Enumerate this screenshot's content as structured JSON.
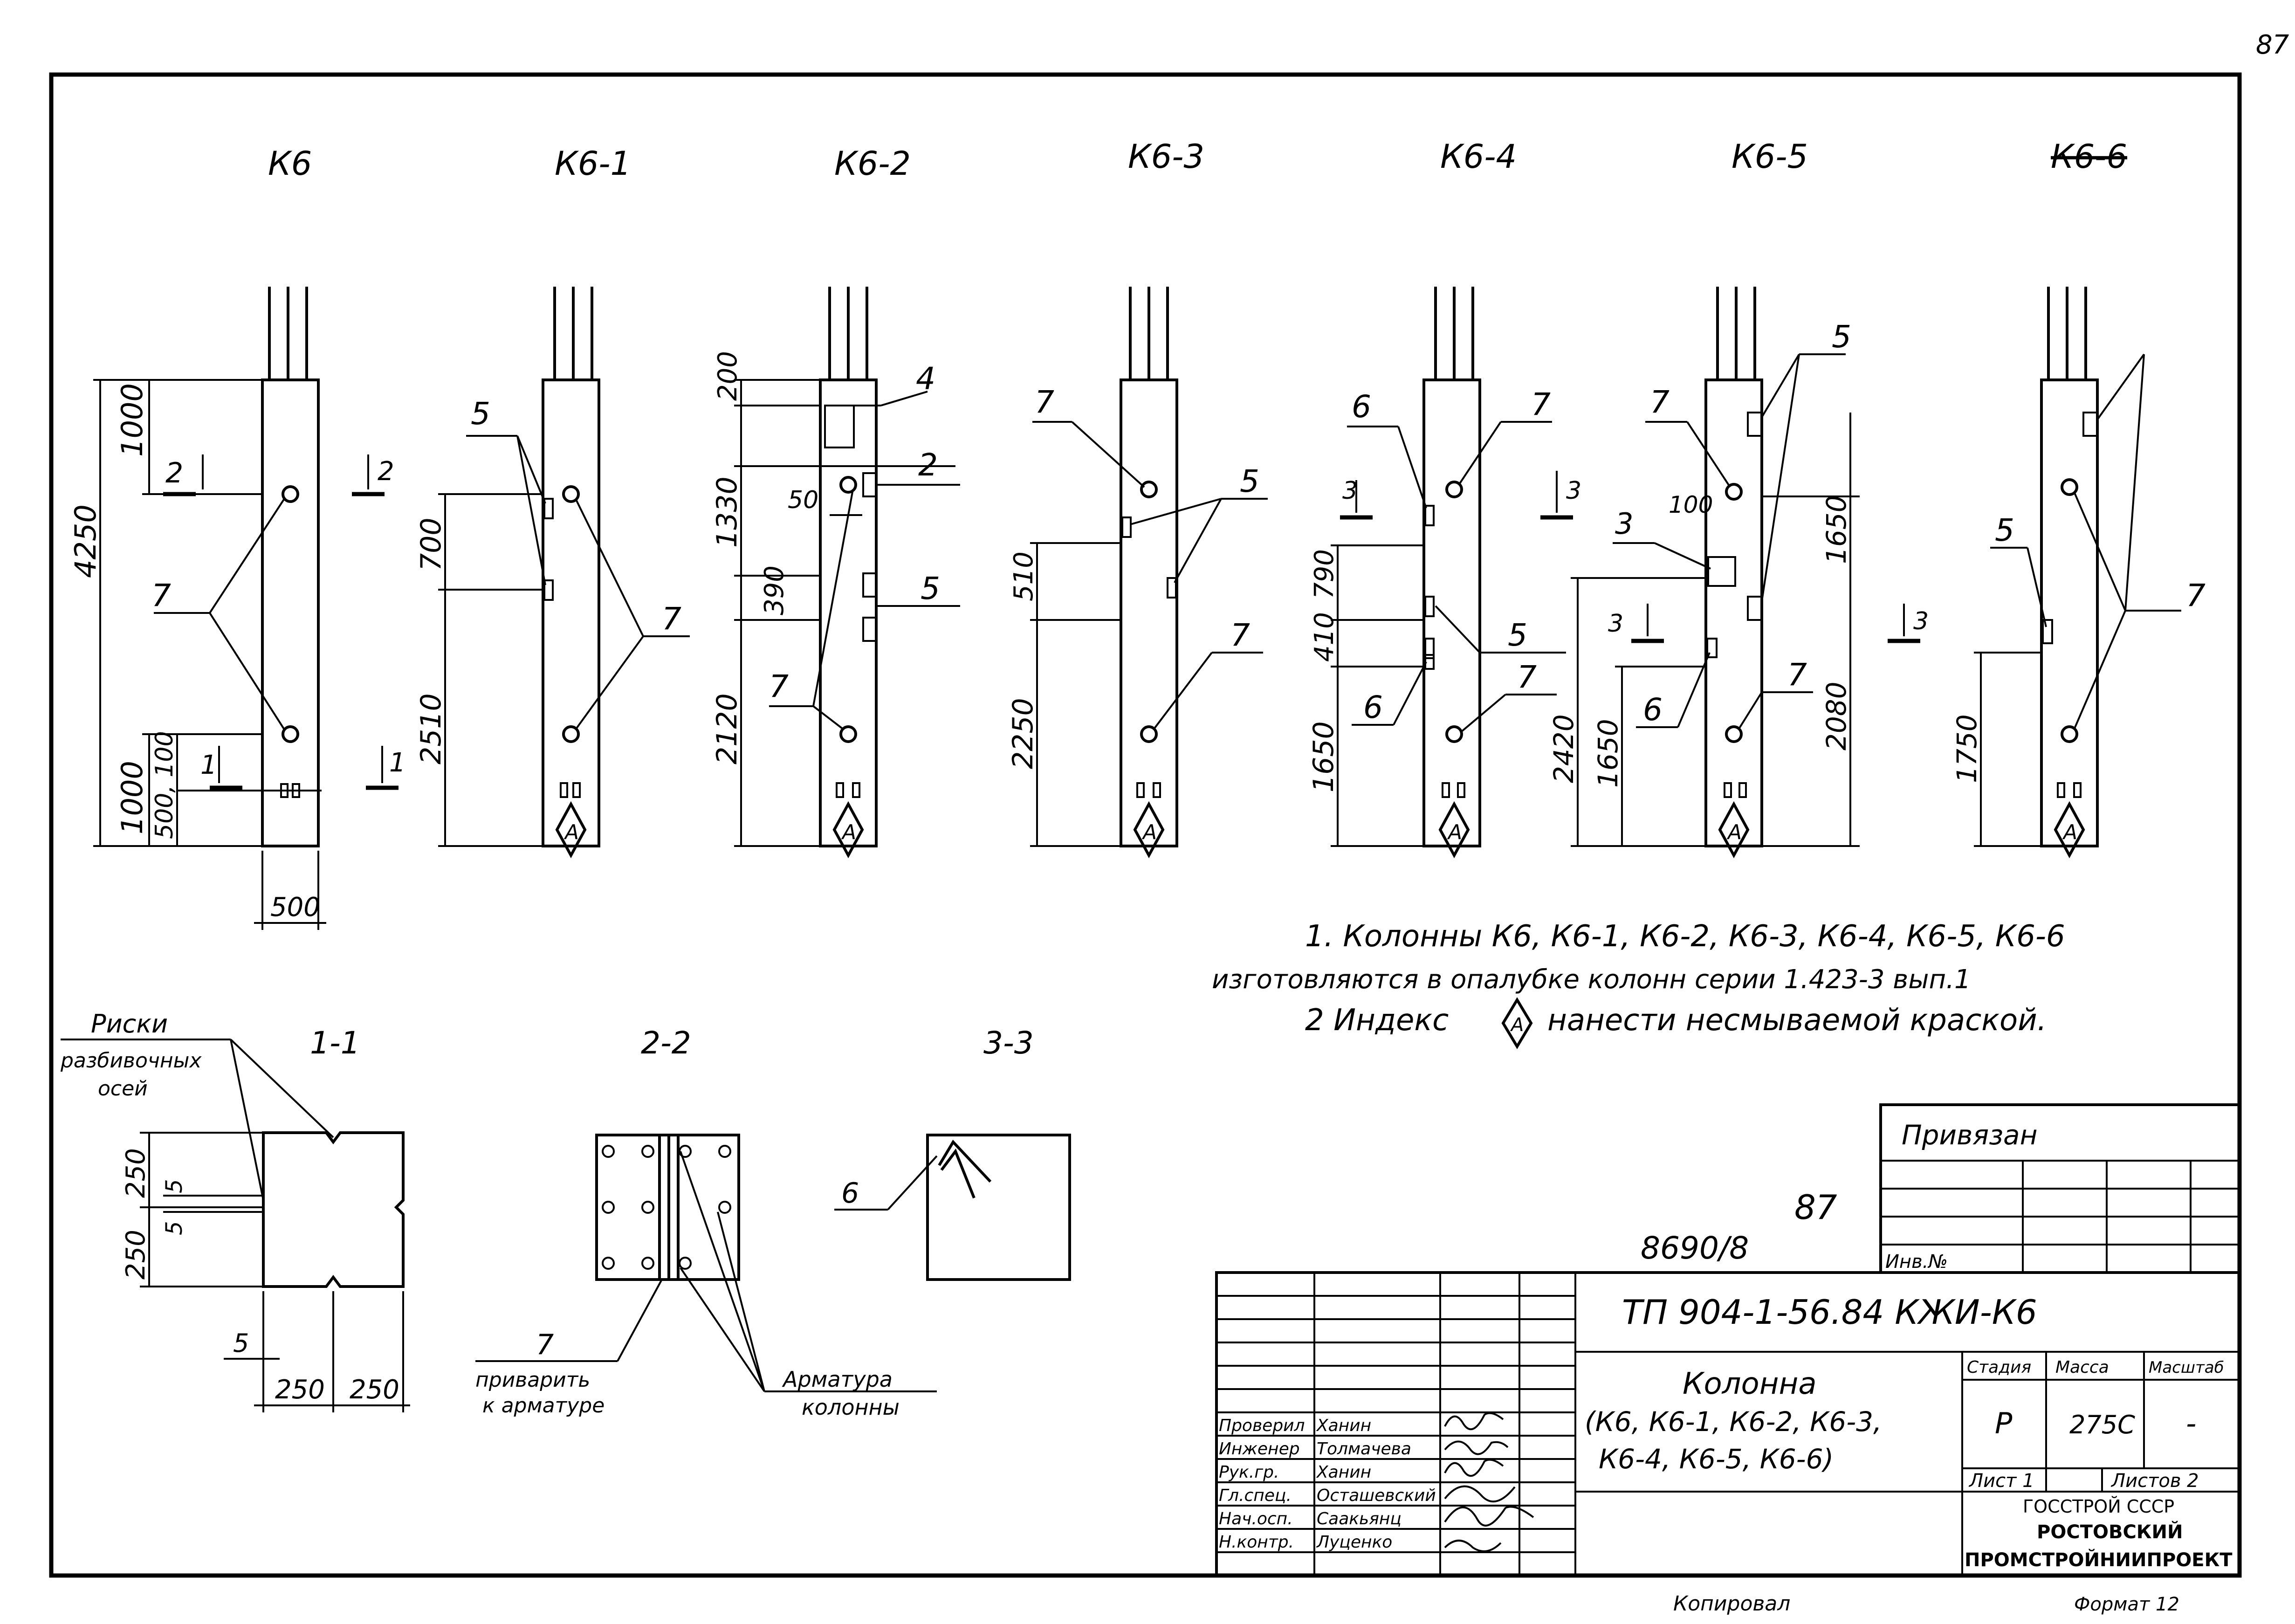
{
  "page_number": "87",
  "columns": [
    {
      "id": "k6",
      "label": "К6"
    },
    {
      "id": "k6-1",
      "label": "К6-1"
    },
    {
      "id": "k6-2",
      "label": "К6-2"
    },
    {
      "id": "k6-3",
      "label": "К6-3"
    },
    {
      "id": "k6-4",
      "label": "К6-4"
    },
    {
      "id": "k6-5",
      "label": "К6-5"
    },
    {
      "id": "k6-6",
      "label": "К6-6"
    }
  ],
  "dims": {
    "k6": {
      "total": "4250",
      "top": "1000",
      "bottom": "1000",
      "b500": "500",
      "b100": "100",
      "width": "500"
    },
    "k6_1": {
      "d700": "700",
      "d2510": "2510"
    },
    "k6_2": {
      "d200": "200",
      "d1330": "1330",
      "d390": "390",
      "d2120": "2120",
      "d50": "50"
    },
    "k6_3": {
      "d510": "510",
      "d2250": "2250"
    },
    "k6_4": {
      "d790": "790",
      "d410": "410",
      "d1650": "1650"
    },
    "k6_5": {
      "d100": "100",
      "d1650": "1650",
      "d2420": "2420",
      "d1650b": "1650",
      "d2080": "2080"
    },
    "k6_6": {
      "d1750": "1750"
    }
  },
  "callouts": {
    "c1": "1",
    "c2": "2",
    "c3": "3",
    "c4": "4",
    "c5": "5",
    "c6": "6",
    "c7": "7"
  },
  "index_mark": "А",
  "notes": {
    "line1": "1. Колонны   К6,  К6-1,  К6-2,  К6-3,  К6-4,  К6-5,  К6-6",
    "line2": "изготовляются   в   опалубке   колонн   серии   1.423-3 вып.1",
    "line3a": "2  Индекс",
    "line3b": "нанести   несмываемой   краской."
  },
  "sections": {
    "s11": "1-1",
    "s22": "2-2",
    "s33": "3-3",
    "riski": "Риски",
    "riski2": "разбивочных",
    "riski3": "осей",
    "dim250": "250",
    "dim5": "5",
    "weld_label1": "приварить",
    "weld_label2": "к арматуре",
    "armatura1": "Арматура",
    "armatura2": "колонны"
  },
  "stamp": {
    "privyazan": "Привязан",
    "inv_no": "Инв.№",
    "handnote_87": "87",
    "handnote_code": "8690/8",
    "doc_code": "ТП 904-1-56.84 КЖИ-К6",
    "title1": "Колонна",
    "title2": "(К6,  К6-1,  К6-2, К6-3,",
    "title3": "К6-4,  К6-5,  К6-6)",
    "stage_hdr": "Стадия",
    "mass_hdr": "Масса",
    "scale_hdr": "Масштаб",
    "stage": "Р",
    "mass": "275С",
    "scale": "-",
    "sheet": "Лист 1",
    "sheets": "Листов 2",
    "org1": "ГОССТРОЙ СССР",
    "org2": "РОСТОВСКИЙ",
    "org3": "ПРОМСТРОЙНИИПРОЕКТ",
    "copied": "Копировал",
    "format": "Формат 12",
    "roles": [
      {
        "role": "Проверил",
        "name": "Ханин"
      },
      {
        "role": "Инженер",
        "name": "Толмачева"
      },
      {
        "role": "Рук.гр.",
        "name": "Ханин"
      },
      {
        "role": "Гл.спец.",
        "name": "Осташевский"
      },
      {
        "role": "Нач.осп.",
        "name": "Саакьянц"
      },
      {
        "role": "Н.контр.",
        "name": "Луценко"
      }
    ]
  }
}
